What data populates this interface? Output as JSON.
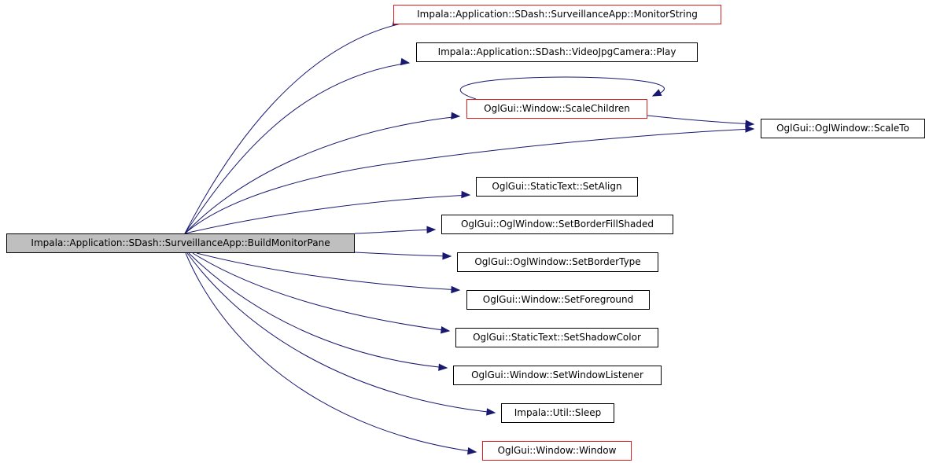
{
  "root": {
    "id": "root",
    "label": "Impala::Application::SDash::SurveillanceApp::BuildMonitorPane"
  },
  "nodes": [
    {
      "id": "monitorstring",
      "label": "Impala::Application::SDash::SurveillanceApp::MonitorString",
      "border": "red"
    },
    {
      "id": "play",
      "label": "Impala::Application::SDash::VideoJpgCamera::Play",
      "border": "black"
    },
    {
      "id": "scalechildren",
      "label": "OglGui::Window::ScaleChildren",
      "border": "red"
    },
    {
      "id": "scaleto",
      "label": "OglGui::OglWindow::ScaleTo",
      "border": "black"
    },
    {
      "id": "setalign",
      "label": "OglGui::StaticText::SetAlign",
      "border": "black"
    },
    {
      "id": "setborderfillshaded",
      "label": "OglGui::OglWindow::SetBorderFillShaded",
      "border": "black"
    },
    {
      "id": "setbordertype",
      "label": "OglGui::OglWindow::SetBorderType",
      "border": "black"
    },
    {
      "id": "setforeground",
      "label": "OglGui::Window::SetForeground",
      "border": "black"
    },
    {
      "id": "setshadowcolor",
      "label": "OglGui::StaticText::SetShadowColor",
      "border": "black"
    },
    {
      "id": "setwindowlistener",
      "label": "OglGui::Window::SetWindowListener",
      "border": "black"
    },
    {
      "id": "sleep",
      "label": "Impala::Util::Sleep",
      "border": "black"
    },
    {
      "id": "window",
      "label": "OglGui::Window::Window",
      "border": "red"
    }
  ],
  "edges": [
    {
      "from": "root",
      "to": "monitorstring"
    },
    {
      "from": "root",
      "to": "play"
    },
    {
      "from": "root",
      "to": "scalechildren"
    },
    {
      "from": "root",
      "to": "scaleto"
    },
    {
      "from": "root",
      "to": "setalign"
    },
    {
      "from": "root",
      "to": "setborderfillshaded"
    },
    {
      "from": "root",
      "to": "setbordertype"
    },
    {
      "from": "root",
      "to": "setforeground"
    },
    {
      "from": "root",
      "to": "setshadowcolor"
    },
    {
      "from": "root",
      "to": "setwindowlistener"
    },
    {
      "from": "root",
      "to": "sleep"
    },
    {
      "from": "root",
      "to": "window"
    },
    {
      "from": "scalechildren",
      "to": "scalechildren"
    },
    {
      "from": "scalechildren",
      "to": "scaleto"
    }
  ],
  "colors": {
    "edge": "#191970",
    "root_fill": "#bfbfbf",
    "red_border": "#e02020",
    "black_border": "#000000"
  }
}
